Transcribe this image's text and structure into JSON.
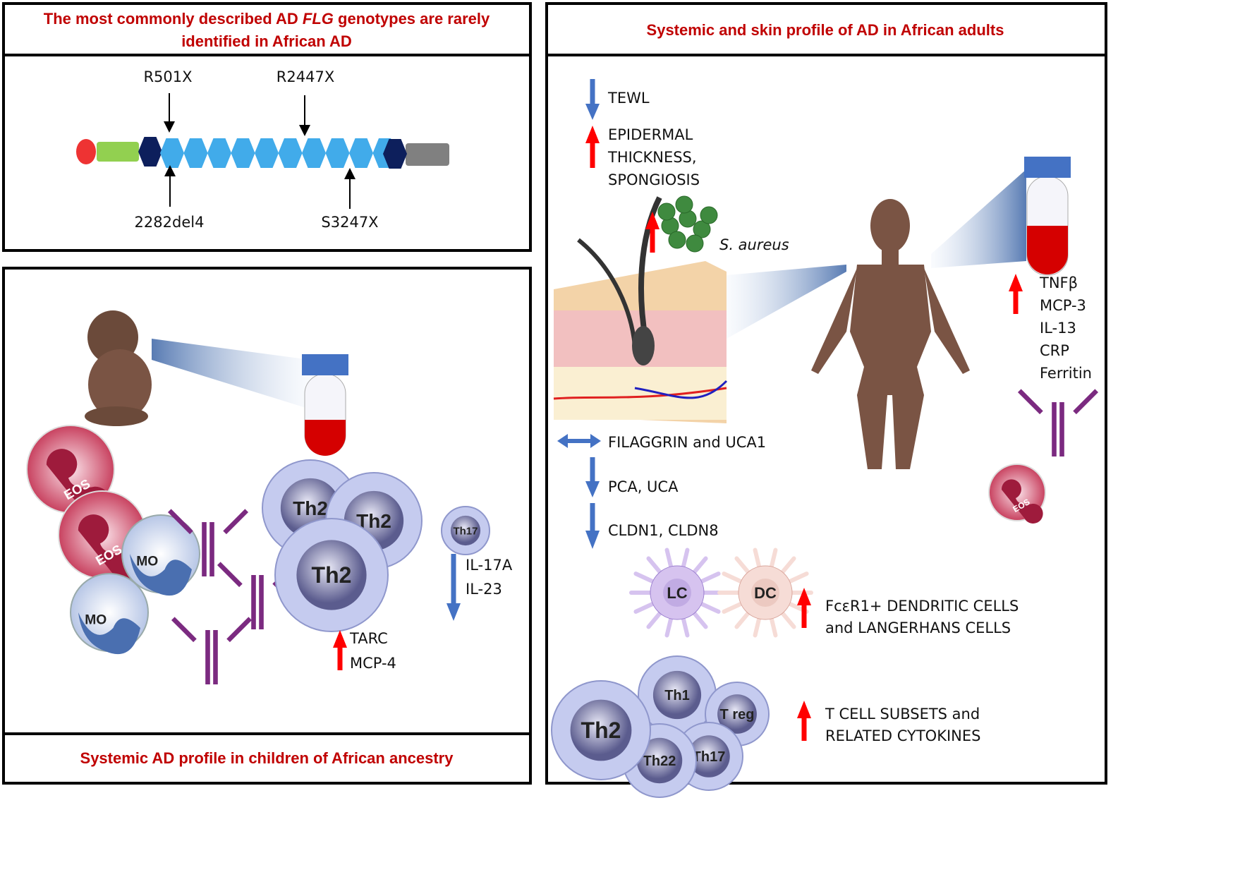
{
  "panel_flg": {
    "title_line1_pre": "The most commonly described AD ",
    "title_line1_italic": "FLG",
    "title_line1_post": " genotypes are rarely",
    "title_line2": "identified in African AD",
    "mutations": [
      "R501X",
      "R2447X",
      "2282del4",
      "S3247X"
    ]
  },
  "panel_children": {
    "footer": "Systemic AD profile in children of African ancestry",
    "cells": {
      "eos": "EOS",
      "mo": "MO",
      "th2": "Th2",
      "th17": "Th17"
    },
    "down_markers": [
      "IL-17A",
      "IL-23"
    ],
    "up_markers": [
      "TARC",
      "MCP-4"
    ]
  },
  "panel_adults": {
    "title": "Systemic and skin profile of AD  in African adults",
    "tewl": "TEWL",
    "epidermal": [
      "EPIDERMAL",
      "THICKNESS,",
      "SPONGIOSIS"
    ],
    "bacteria": "S. aureus",
    "filaggrin": "FILAGGRIN and UCA1",
    "pca": "PCA, UCA",
    "cldn": "CLDN1, CLDN8",
    "blood_markers": [
      "TNFβ",
      "MCP-3",
      "IL-13",
      "CRP",
      "Ferritin"
    ],
    "eos": "EOS",
    "dendritic_cells": {
      "lc": "LC",
      "dc": "DC"
    },
    "dendritic_text": [
      "FcεR1+ DENDRITIC CELLS",
      "and LANGERHANS CELLS"
    ],
    "t_cells": {
      "th2": "Th2",
      "th1": "Th1",
      "th22": "Th22",
      "th17": "Th17",
      "treg": "T reg"
    },
    "t_text": [
      "T CELL SUBSETS and",
      "RELATED CYTOKINES"
    ]
  },
  "colors": {
    "title_red": "#c00000",
    "up_arrow": "#ff0000",
    "down_arrow": "#4472c4",
    "hex_light": "#41abea",
    "hex_dark": "#0d1f5c"
  }
}
